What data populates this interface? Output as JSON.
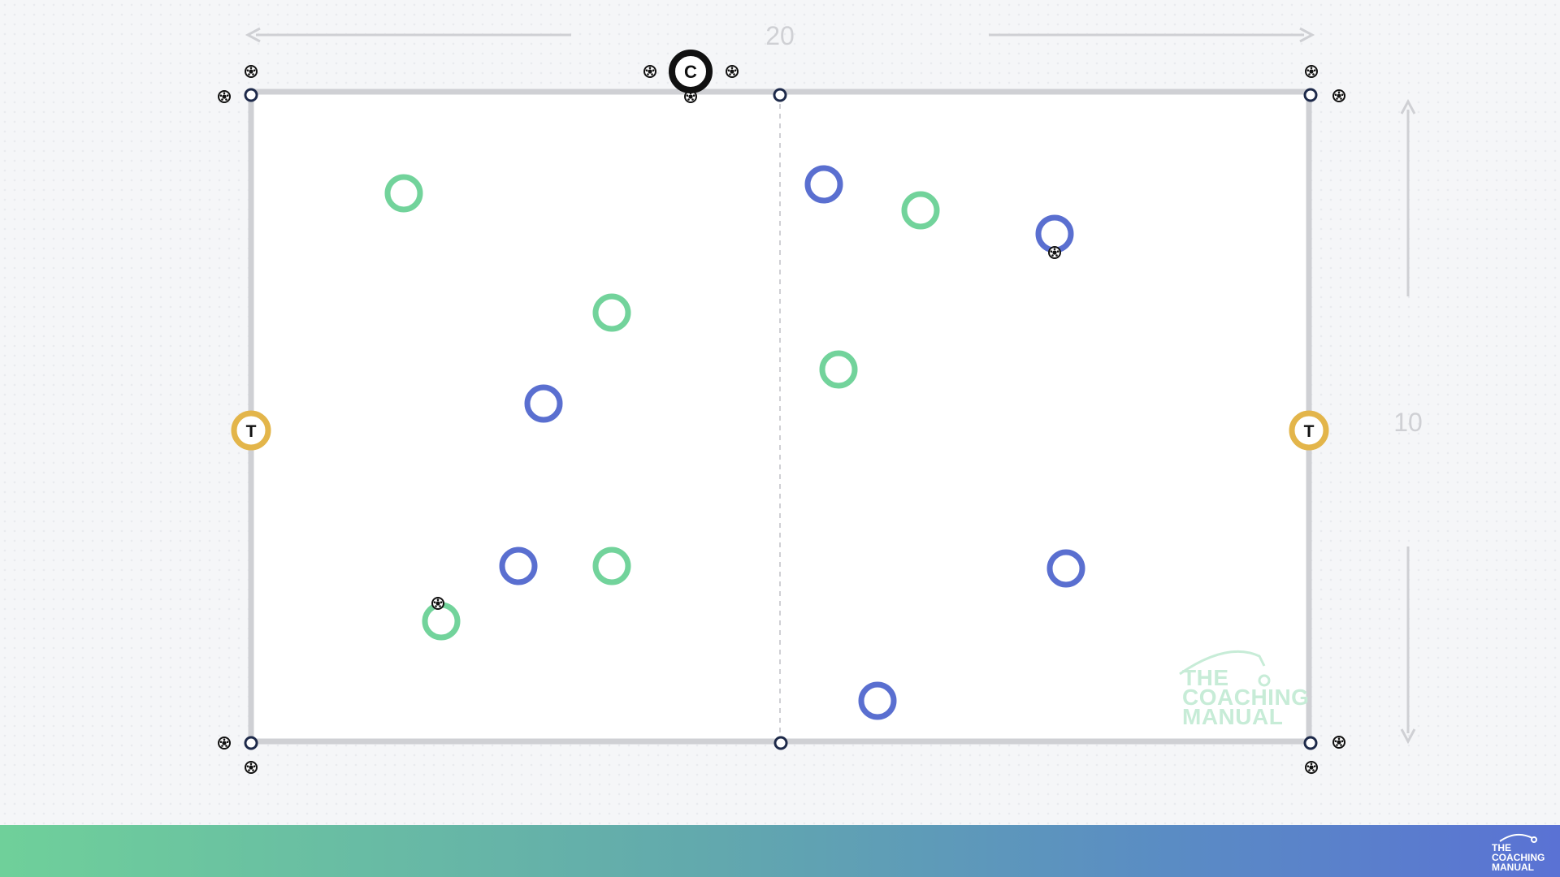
{
  "dimensions": {
    "width_label": "20",
    "height_label": "10"
  },
  "colors": {
    "team_green": "#72d39b",
    "team_blue": "#5a6fd0",
    "target": "#e3b54a",
    "coach": "#111111",
    "field_line": "#cfd0d4",
    "cone": "#1e2a4a"
  },
  "roles": {
    "coach": "C",
    "target_left": "T",
    "target_right": "T"
  },
  "watermark": {
    "line1": "THE",
    "line2": "COACHING",
    "line3": "MANUAL"
  },
  "footer_logo": {
    "line1": "THE",
    "line2": "COACHING",
    "line3": "MANUAL"
  },
  "icons": {
    "ball": "soccer-ball-icon",
    "cone": "cone-marker-icon",
    "player": "player-ring-icon"
  }
}
